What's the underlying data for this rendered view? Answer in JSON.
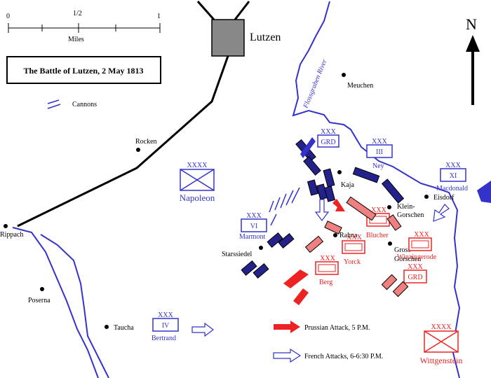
{
  "title": "The Battle of Lutzen, 2 May 1813",
  "scale": {
    "ticks": [
      "0",
      "1/2",
      "1"
    ],
    "unit": "Miles"
  },
  "north": "N",
  "colors": {
    "french": "#3333cc",
    "allied": "#ee2222",
    "river": "#3333cc",
    "road": "#000000",
    "unit_box_fill": "#e8e8ff",
    "allied_box_fill": "#ffe0e0"
  },
  "towns": {
    "lutzen": "Lutzen",
    "meuchen": "Meuchen",
    "rocken": "Rocken",
    "rippach": "Rippach",
    "poserna": "Poserna",
    "taucha": "Taucha",
    "kaja": "Kaja",
    "eisdorf": "Eisdorf",
    "klein_line1": "Klein-",
    "klein_line2": "Gorschen",
    "rahna": "Rahna",
    "gross_line1": "Gross -",
    "gross_line2": "Gorschen",
    "starssiedel": "Starssiedel"
  },
  "river_label": "Flossgraben River",
  "french_units": {
    "grd": {
      "size": "XXX",
      "id": "GRD"
    },
    "ney": {
      "size": "XXX",
      "id": "III",
      "name": "Ney"
    },
    "macdonald": {
      "size": "XXX",
      "id": "XI",
      "name": "Macdonald"
    },
    "napoleon": {
      "size": "XXXX",
      "name": "Napoleon"
    },
    "marmont": {
      "size": "XXX",
      "id": "VI",
      "name": "Marmont"
    },
    "bertrand": {
      "size": "XXX",
      "id": "IV",
      "name": "Bertrand"
    }
  },
  "allied_units": {
    "blucher": {
      "size": "XXX",
      "name": "Blucher"
    },
    "winzingerode": {
      "size": "XXX",
      "name": "Winzingerode"
    },
    "yorck": {
      "size": "XXX",
      "name": "Yorck"
    },
    "berg": {
      "size": "XXX",
      "name": "Berg"
    },
    "guard": {
      "size": "XXX",
      "id": "GRD"
    },
    "wittgenstein": {
      "size": "XXXX",
      "name": "Wittgenstein"
    }
  },
  "legend": {
    "cannons": "Cannons",
    "prussian_attack": "Prussian Attack, 5 P.M.",
    "french_attacks": "French Attacks, 6-6:30 P.M."
  }
}
